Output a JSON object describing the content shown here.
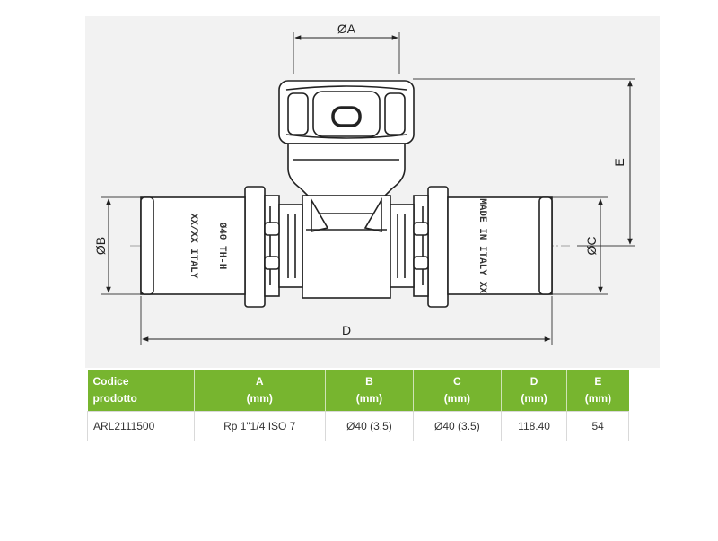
{
  "drawing": {
    "labels": {
      "a": "ØA",
      "b": "ØB",
      "c": "ØC",
      "d": "D",
      "e": "E"
    },
    "markings": {
      "left": "XX/XX ITALY",
      "center": "Ø40 TH-H",
      "right": "MADE IN ITALY XX"
    }
  },
  "table": {
    "headers": [
      {
        "line1": "Codice",
        "line2": "prodotto"
      },
      {
        "line1": "A",
        "line2": "(mm)"
      },
      {
        "line1": "B",
        "line2": "(mm)"
      },
      {
        "line1": "C",
        "line2": "(mm)"
      },
      {
        "line1": "D",
        "line2": "(mm)"
      },
      {
        "line1": "E",
        "line2": "(mm)"
      }
    ],
    "rows": [
      [
        "ARL2111500",
        "Rp 1\"1/4 ISO 7",
        "Ø40 (3.5)",
        "Ø40 (3.5)",
        "118.40",
        "54"
      ]
    ]
  },
  "colors": {
    "header_bg": "#77b52f",
    "drawing_bg": "#f2f2f2"
  }
}
